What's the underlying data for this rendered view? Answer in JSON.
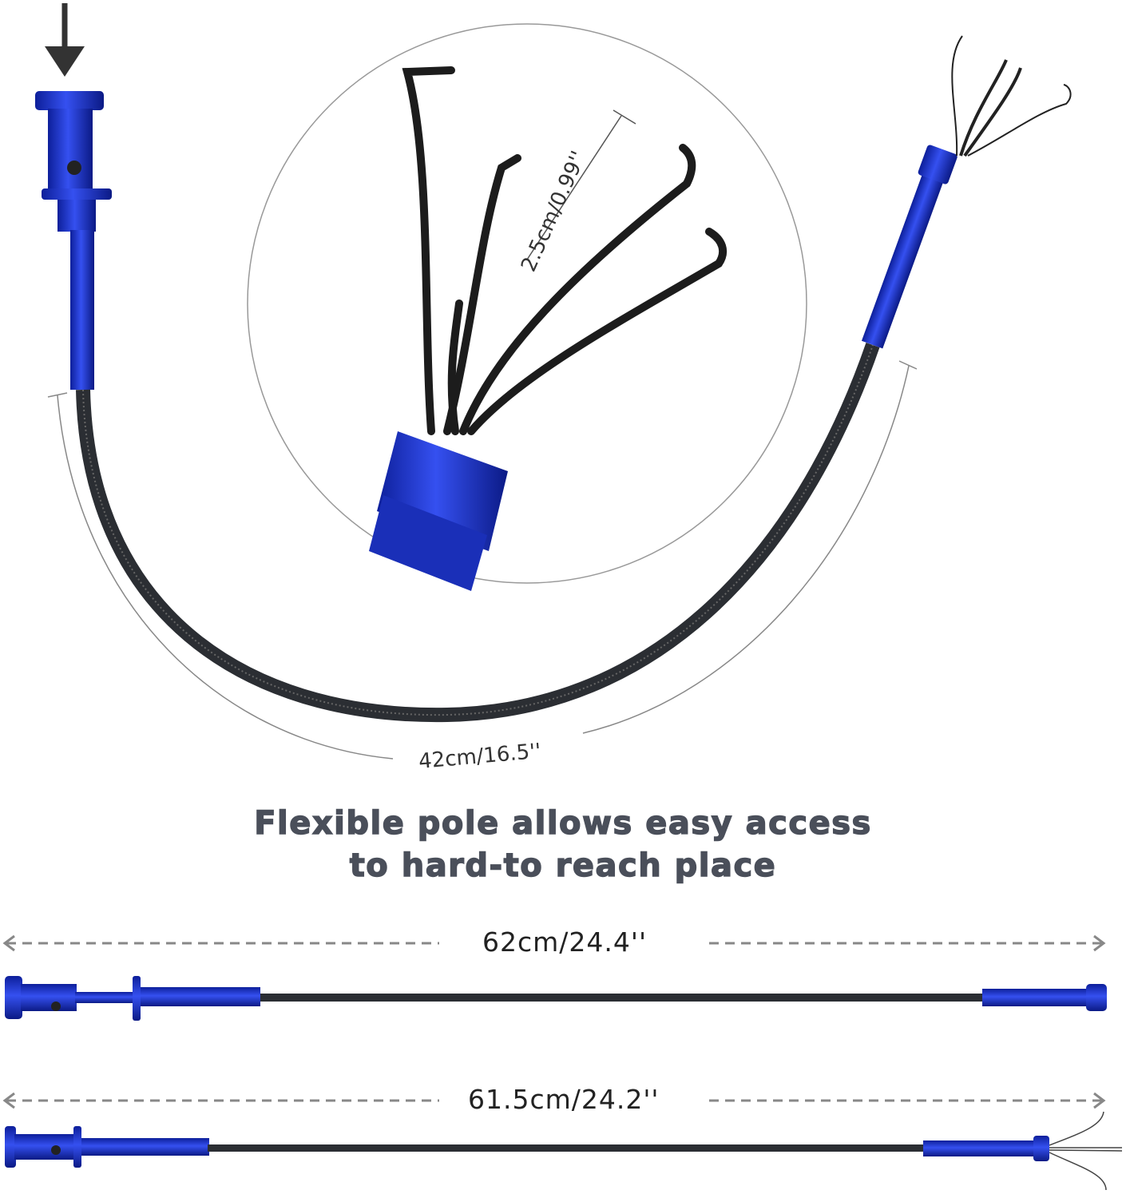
{
  "zoom_detail": {
    "measure_label": "2.5cm/0.99''"
  },
  "flex_section": {
    "measure_label": "42cm/16.5''"
  },
  "headline": {
    "line1": "Flexible pole allows easy access",
    "line2": "to hard-to reach place"
  },
  "tool_a": {
    "length_label": "62cm/24.4''"
  },
  "tool_b": {
    "length_label": "61.5cm/24.2''"
  },
  "colors": {
    "tool_blue": "#1f3ad0",
    "pole_dark": "#2b2e33",
    "heading_gray": "#4a4f5a"
  }
}
